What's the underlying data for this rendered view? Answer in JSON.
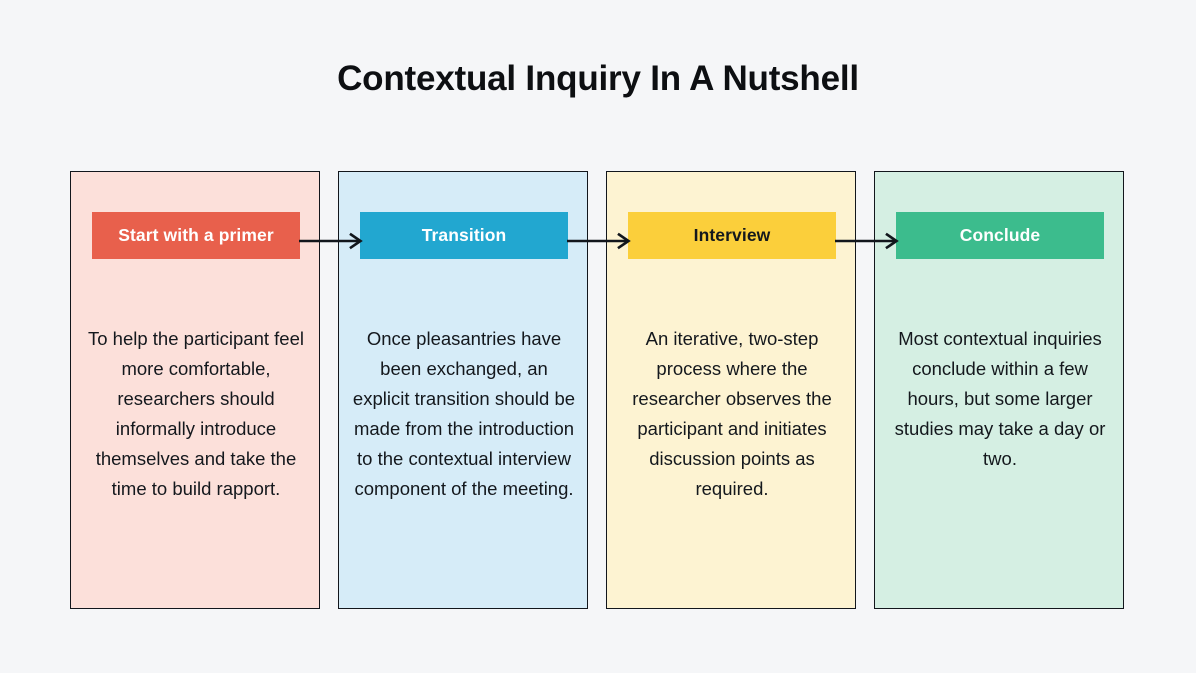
{
  "page": {
    "title": "Contextual Inquiry In A Nutshell",
    "background_color": "#f5f6f8",
    "text_color": "#14181d"
  },
  "flow": {
    "arrow_color": "#12161c",
    "arrow_labels": [
      "arrow-primer-to-transition",
      "arrow-transition-to-interview",
      "arrow-interview-to-conclude"
    ],
    "steps": [
      {
        "id": "start-with-a-primer",
        "header": "Start with a primer",
        "body": "To help the participant feel more comfortable, researchers should informally introduce themselves and take the time to build rapport.",
        "header_color": "#e8604c",
        "header_text_color": "#ffffff",
        "card_color": "#fce0da"
      },
      {
        "id": "transition",
        "header": "Transition",
        "body": "Once pleasantries have been exchanged, an explicit transition should be made from the introduction to the contextual interview component of the meeting.",
        "header_color": "#22a7d0",
        "header_text_color": "#ffffff",
        "card_color": "#d6ecf8"
      },
      {
        "id": "interview",
        "header": "Interview",
        "body": "An iterative, two-step process where the researcher observes the participant and initiates discussion points as required.",
        "header_color": "#fbcf3b",
        "header_text_color": "#14181d",
        "card_color": "#fdf3d2"
      },
      {
        "id": "conclude",
        "header": "Conclude",
        "body": "Most contextual inquiries conclude within a few hours, but some larger studies may take a day or two.",
        "header_color": "#3cbc8d",
        "header_text_color": "#ffffff",
        "card_color": "#d5efe3"
      }
    ]
  }
}
